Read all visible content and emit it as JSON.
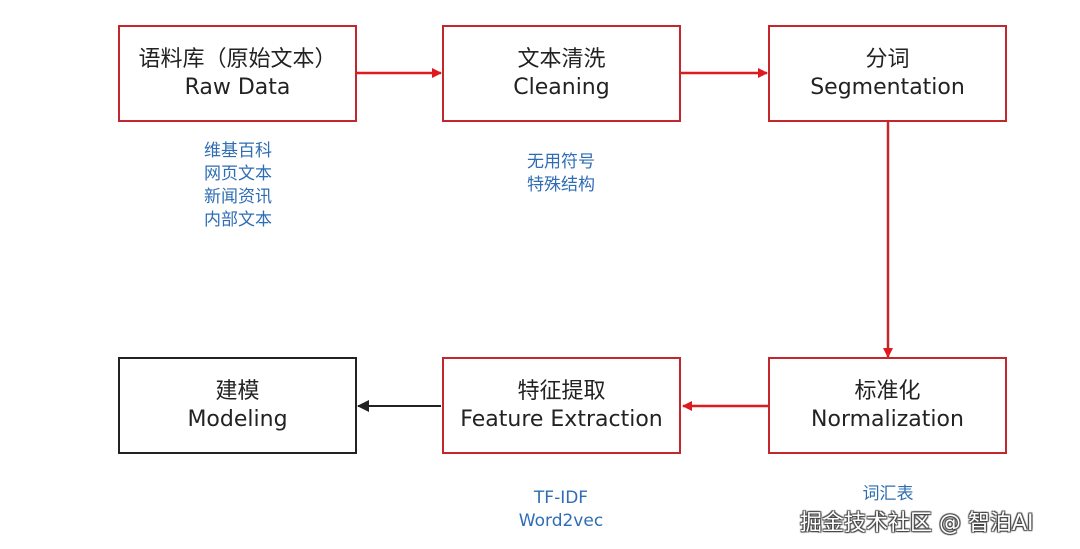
{
  "colors": {
    "accent_red": "#c1272d",
    "arrow_red": "#e0181f",
    "note_blue": "#2e6db4",
    "text": "#222222"
  },
  "steps": [
    {
      "zh": "语料库（原始文本）",
      "en": "Raw Data"
    },
    {
      "zh": "文本清洗",
      "en": "Cleaning"
    },
    {
      "zh": "分词",
      "en": "Segmentation"
    },
    {
      "zh": "标准化",
      "en": "Normalization"
    },
    {
      "zh": "特征提取",
      "en": "Feature Extraction"
    },
    {
      "zh": "建模",
      "en": "Modeling"
    }
  ],
  "notes": {
    "raw_data": [
      "维基百科",
      "网页文本",
      "新闻资讯",
      "内部文本"
    ],
    "cleaning": [
      "无用符号",
      "特殊结构"
    ],
    "normalization": [
      "词汇表"
    ],
    "feature_extraction": [
      "TF-IDF",
      "Word2vec"
    ]
  },
  "watermark": "掘金技术社区 @ 智泊AI"
}
